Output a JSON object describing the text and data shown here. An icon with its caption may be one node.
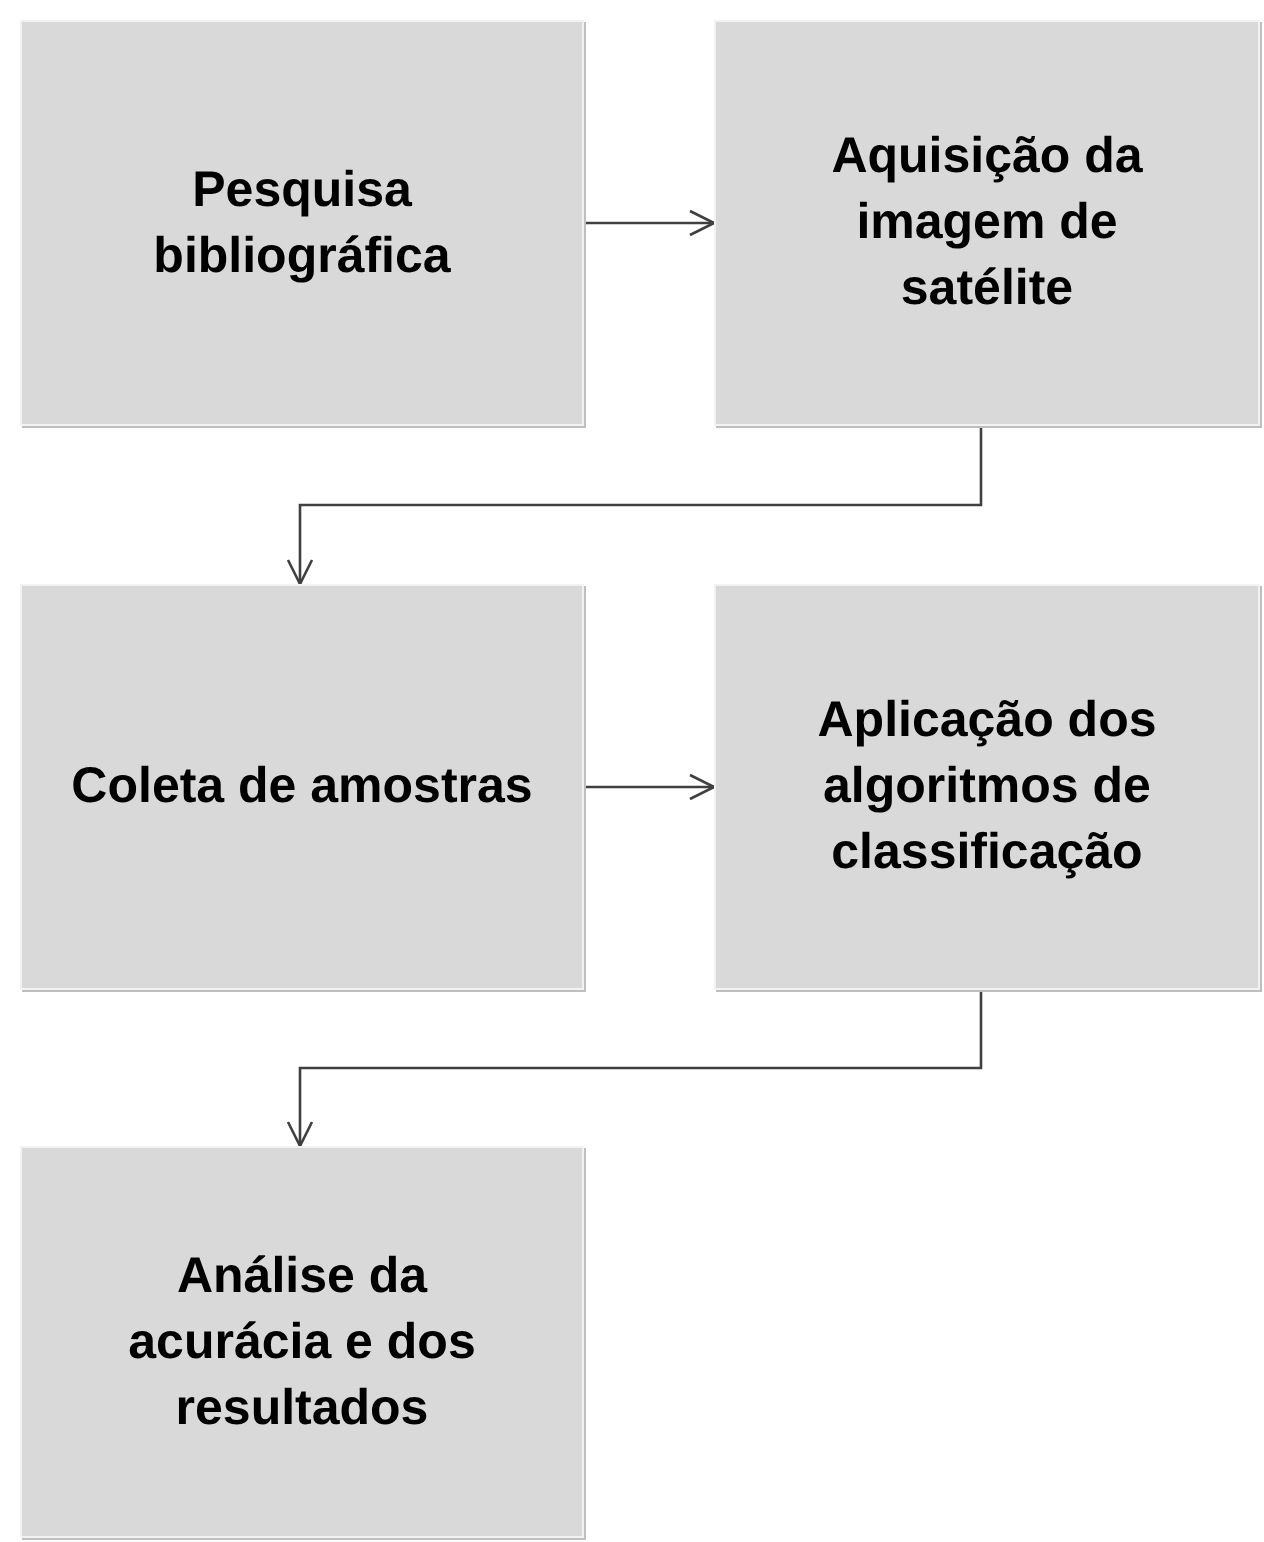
{
  "diagram": {
    "nodes": [
      {
        "text": [
          "Pesquisa bibliográfica"
        ]
      },
      {
        "text": [
          "Aquisição da imagem de satélite"
        ]
      },
      {
        "text": [
          "Coleta de amostras"
        ]
      },
      {
        "text": [
          "Aplicação dos algoritmos de classificação"
        ]
      },
      {
        "text": [
          "Análise da acurácia e dos resultados"
        ]
      }
    ],
    "edges": [
      {
        "from": 0,
        "to": 1,
        "arrow": "to"
      },
      {
        "from": 1,
        "to": 2,
        "arrow": "to"
      },
      {
        "from": 2,
        "to": 3,
        "arrow": "to"
      },
      {
        "from": 3,
        "to": 4,
        "arrow": "to"
      }
    ]
  }
}
